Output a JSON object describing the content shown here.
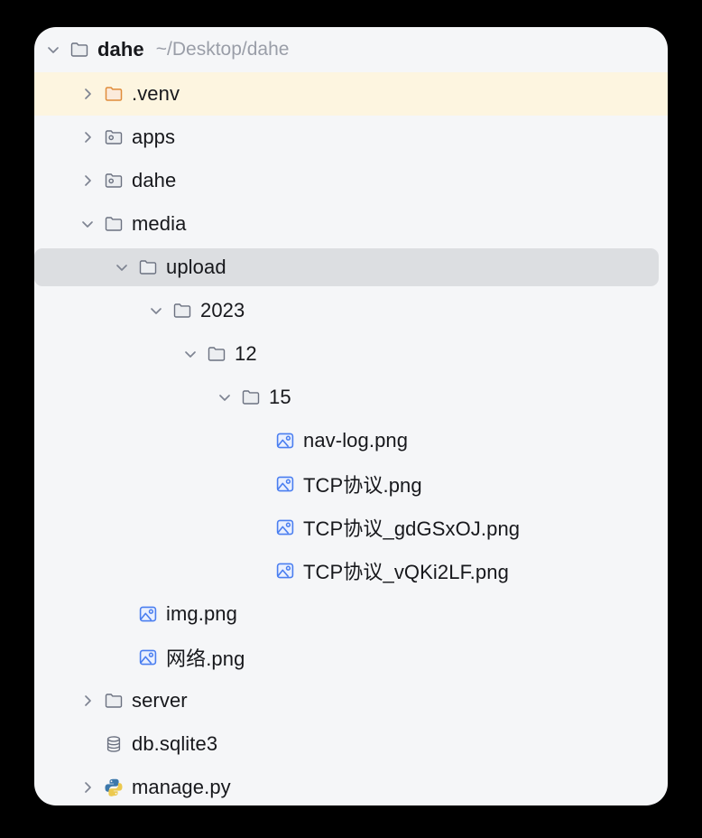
{
  "panel": {
    "name": "project-tool-window",
    "background": "#f5f6f8",
    "selected_row_color": "#dcdee1",
    "excluded_row_color": "#fdf5e0",
    "accent_icon_color": "#4a7ef0",
    "excluded_icon_color": "#e08c3a"
  },
  "root": {
    "label": "dahe",
    "path": "~/Desktop/dahe",
    "icon": "folder-icon",
    "twisty": "chevron-down-icon",
    "expanded": true
  },
  "nodes": [
    {
      "label": ".venv",
      "icon": "folder-excluded-icon",
      "twisty": "chevron-right-icon",
      "depth": 1,
      "expanded": false,
      "state": "excluded"
    },
    {
      "label": "apps",
      "icon": "folder-module-icon",
      "twisty": "chevron-right-icon",
      "depth": 1,
      "expanded": false,
      "state": "normal"
    },
    {
      "label": "dahe",
      "icon": "folder-module-icon",
      "twisty": "chevron-right-icon",
      "depth": 1,
      "expanded": false,
      "state": "normal"
    },
    {
      "label": "media",
      "icon": "folder-icon",
      "twisty": "chevron-down-icon",
      "depth": 1,
      "expanded": true,
      "state": "normal"
    },
    {
      "label": "upload",
      "icon": "folder-icon",
      "twisty": "chevron-down-icon",
      "depth": 2,
      "expanded": true,
      "state": "selected"
    },
    {
      "label": "2023",
      "icon": "folder-icon",
      "twisty": "chevron-down-icon",
      "depth": 3,
      "expanded": true,
      "state": "normal"
    },
    {
      "label": "12",
      "icon": "folder-icon",
      "twisty": "chevron-down-icon",
      "depth": 4,
      "expanded": true,
      "state": "normal"
    },
    {
      "label": "15",
      "icon": "folder-icon",
      "twisty": "chevron-down-icon",
      "depth": 5,
      "expanded": true,
      "state": "normal"
    },
    {
      "label": "nav-log.png",
      "icon": "image-file-icon",
      "twisty": "none",
      "depth": 6,
      "expanded": false,
      "state": "normal"
    },
    {
      "label": "TCP协议.png",
      "icon": "image-file-icon",
      "twisty": "none",
      "depth": 6,
      "expanded": false,
      "state": "normal"
    },
    {
      "label": "TCP协议_gdGSxOJ.png",
      "icon": "image-file-icon",
      "twisty": "none",
      "depth": 6,
      "expanded": false,
      "state": "normal"
    },
    {
      "label": "TCP协议_vQKi2LF.png",
      "icon": "image-file-icon",
      "twisty": "none",
      "depth": 6,
      "expanded": false,
      "state": "normal"
    },
    {
      "label": "img.png",
      "icon": "image-file-icon",
      "twisty": "none",
      "depth": 2,
      "expanded": false,
      "state": "normal"
    },
    {
      "label": "网络.png",
      "icon": "image-file-icon",
      "twisty": "none",
      "depth": 2,
      "expanded": false,
      "state": "normal"
    },
    {
      "label": "server",
      "icon": "folder-icon",
      "twisty": "chevron-right-icon",
      "depth": 1,
      "expanded": false,
      "state": "normal"
    },
    {
      "label": "db.sqlite3",
      "icon": "database-file-icon",
      "twisty": "none",
      "depth": 1,
      "expanded": false,
      "state": "normal"
    },
    {
      "label": "manage.py",
      "icon": "python-file-icon",
      "twisty": "chevron-right-icon",
      "depth": 1,
      "expanded": false,
      "state": "normal"
    }
  ]
}
